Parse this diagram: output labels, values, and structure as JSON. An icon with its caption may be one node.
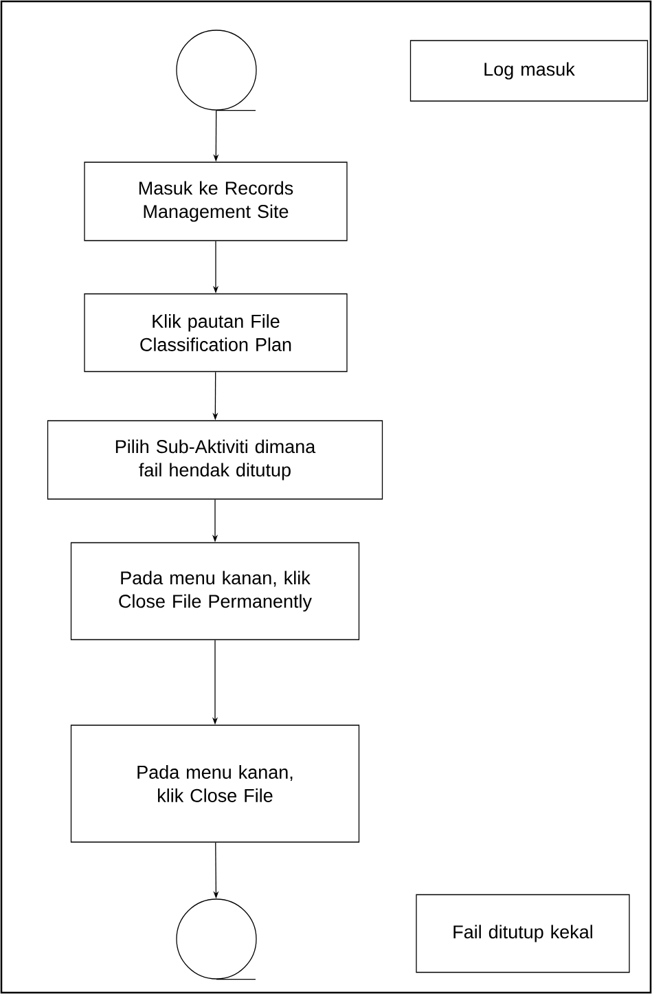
{
  "diagram": {
    "nodes": [
      {
        "text": [],
        "shape": "circle"
      },
      {
        "text": [
          "Log masuk"
        ]
      },
      {
        "text": [
          "Masuk ke Records Management Site"
        ]
      },
      {
        "text": [
          "Klik pautan File Classification Plan"
        ]
      },
      {
        "text": [
          "Pilih Sub-Aktiviti dimana fail hendak ditutup"
        ]
      },
      {
        "text": [
          "Pada menu kanan, klik Close File Permanently"
        ]
      },
      {
        "text": [
          "Pada menu kanan, klik Close File"
        ]
      },
      {
        "text": [],
        "shape": "circle"
      },
      {
        "text": [
          "Fail ditutup kekal"
        ]
      }
    ],
    "edges": [
      {
        "from": 0,
        "to": 2,
        "arrow": "to"
      },
      {
        "from": 2,
        "to": 3,
        "arrow": "to"
      },
      {
        "from": 3,
        "to": 4,
        "arrow": "to"
      },
      {
        "from": 4,
        "to": 5,
        "arrow": "to"
      },
      {
        "from": 5,
        "to": 6,
        "arrow": "to"
      },
      {
        "from": 6,
        "to": 7,
        "arrow": "to"
      }
    ]
  }
}
